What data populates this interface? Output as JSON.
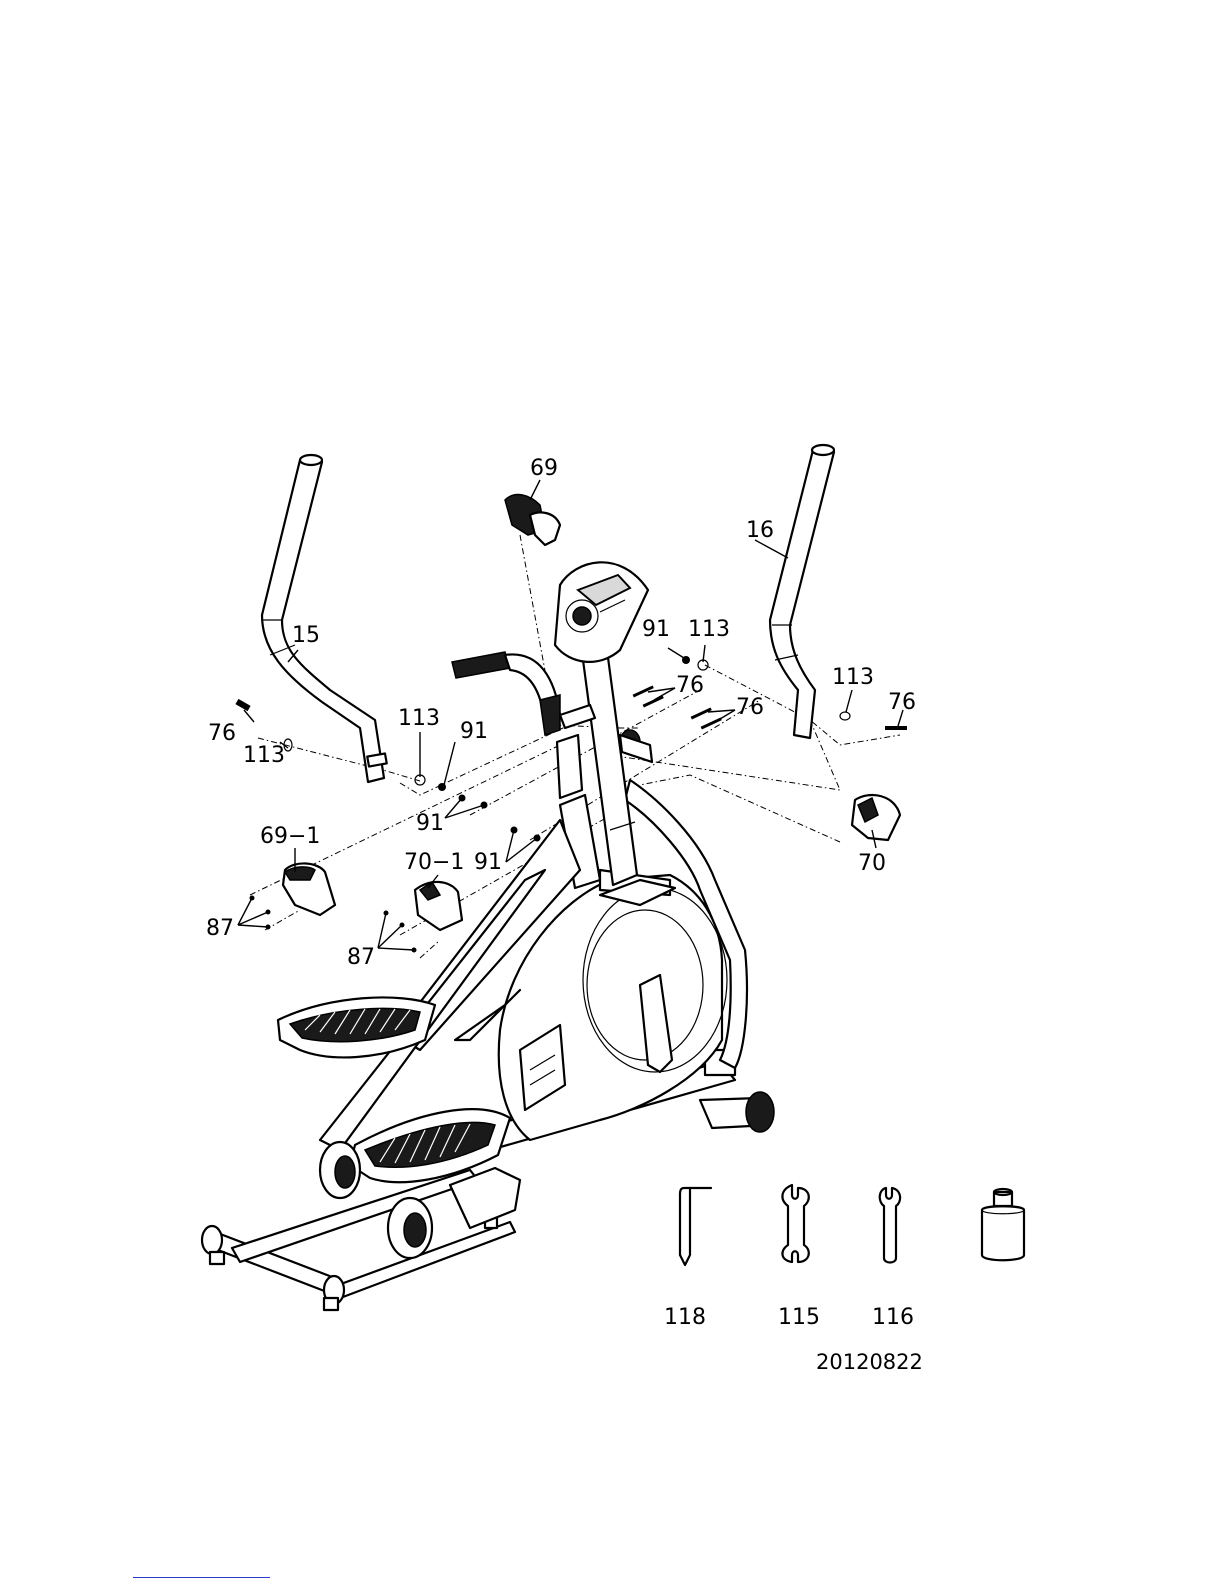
{
  "parts": {
    "p15": "15",
    "p16": "16",
    "p69": "69",
    "p69_1": "69−1",
    "p70": "70",
    "p70_1": "70−1",
    "p76_a": "76",
    "p76_b": "76",
    "p76_c": "76",
    "p76_d": "76",
    "p87_a": "87",
    "p87_b": "87",
    "p91_a": "91",
    "p91_b": "91",
    "p91_c": "91",
    "p91_d": "91",
    "p113_a": "113",
    "p113_b": "113",
    "p113_c": "113",
    "p113_d": "113"
  },
  "tools": {
    "allen_key": "118",
    "wrench_a": "115",
    "wrench_b": "116"
  },
  "drawing_date": "20120822"
}
